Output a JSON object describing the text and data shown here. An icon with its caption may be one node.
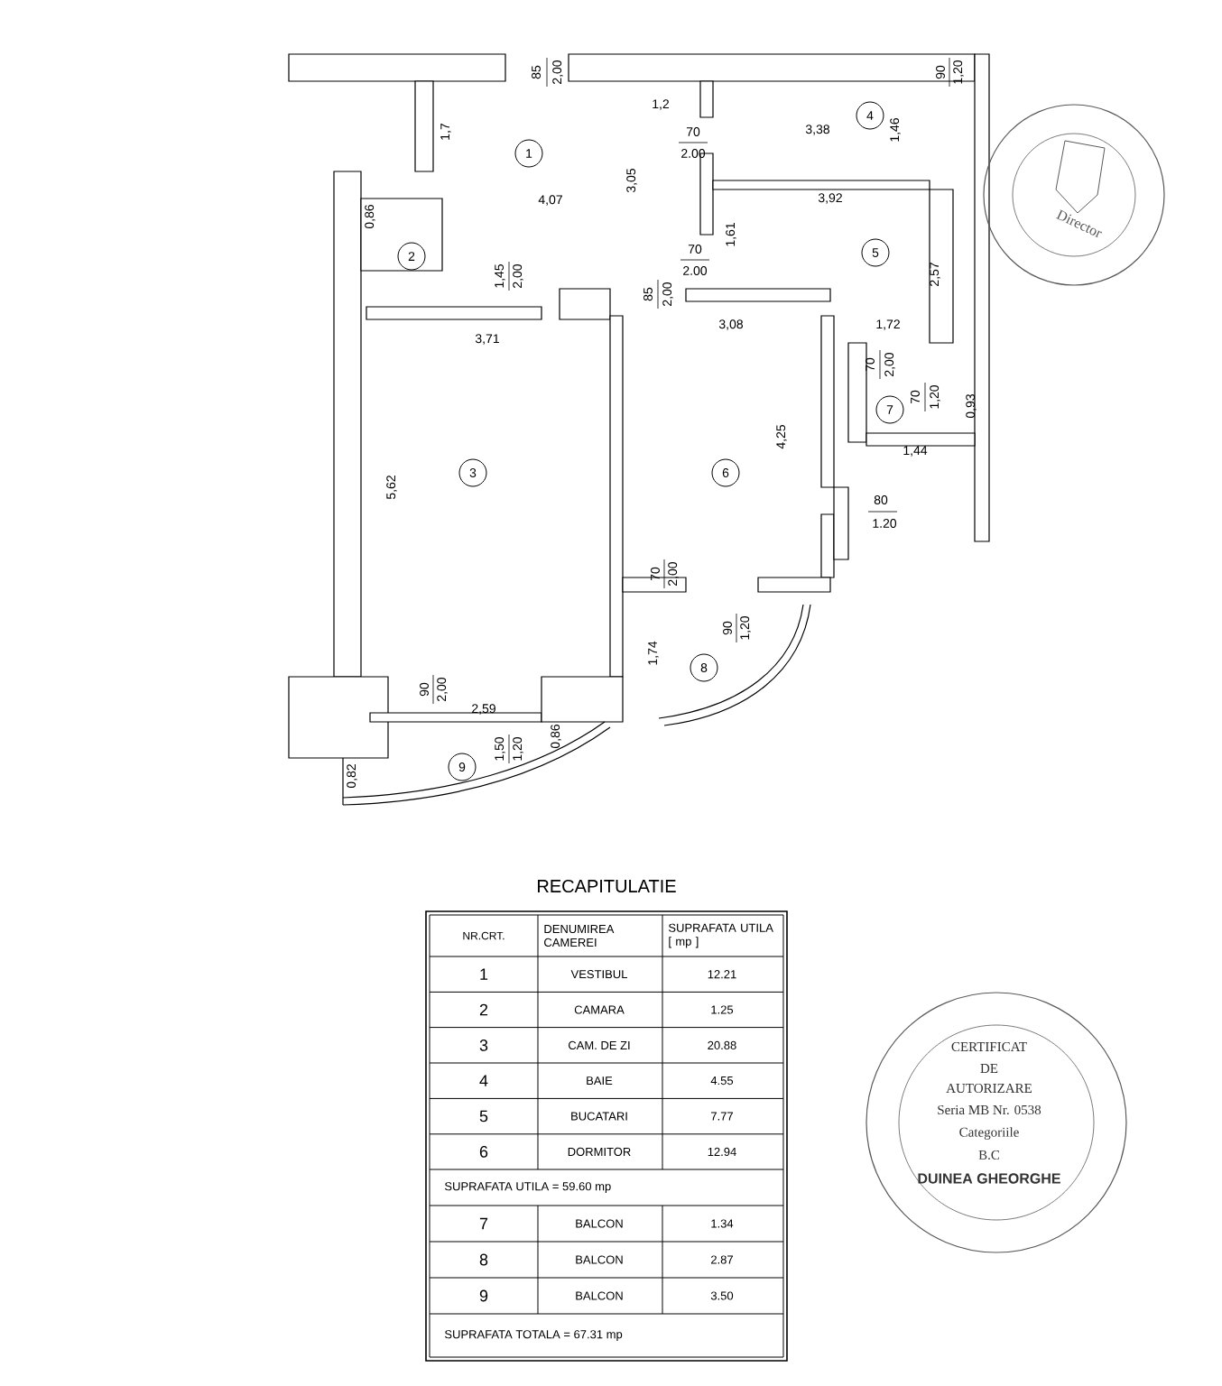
{
  "diagram": {
    "title": "RECAPITULATIE",
    "nodes": [
      {
        "text": [
          "1"
        ]
      },
      {
        "text": [
          "2"
        ]
      },
      {
        "text": [
          "3"
        ]
      },
      {
        "text": [
          "4"
        ]
      },
      {
        "text": [
          "5"
        ]
      },
      {
        "text": [
          "6"
        ]
      },
      {
        "text": [
          "7"
        ]
      },
      {
        "text": [
          "8"
        ]
      },
      {
        "text": [
          "9"
        ]
      }
    ],
    "labels": [
      "85",
      "2,00",
      "90",
      "1,20",
      "1,2",
      "1,7",
      "3,38",
      "1,46",
      "70",
      "2.00",
      "3,05",
      "4,07",
      "0,86",
      "3,92",
      "1,61",
      "2,57",
      "70",
      "2.00",
      "1,45",
      "2,00",
      "85",
      "2,00",
      "3,08",
      "1,72",
      "3,71",
      "70",
      "2,00",
      "70",
      "1,20",
      "0,93",
      "4,25",
      "1,44",
      "5,62",
      "80",
      "1.20",
      "70",
      "2,00",
      "90",
      "1,20",
      "1,74",
      "90",
      "2,00",
      "2,59",
      "1,50",
      "1,20",
      "0,86",
      "0,82",
      "NR.CRT.",
      "DENUMIREA CAMEREI",
      "SUPRAFATA UTILA [ mp ]",
      "1",
      "VESTIBUL",
      "12.21",
      "2",
      "CAMARA",
      "1.25",
      "3",
      "CAM. DE ZI",
      "20.88",
      "4",
      "BAIE",
      "4.55",
      "5",
      "BUCATARI",
      "7.77",
      "6",
      "DORMITOR",
      "12.94",
      "SUPRAFATA UTILA = 59.60 mp",
      "7",
      "BALCON",
      "1.34",
      "8",
      "BALCON",
      "2.87",
      "9",
      "BALCON",
      "3.50",
      "SUPRAFATA TOTALA = 67.31 mp",
      "Director",
      "CERTIFICAT",
      "DE",
      "AUTORIZARE",
      "Seria MB Nr. 0538",
      "Categoriile",
      "B.C",
      "DUINEA GHEORGHE"
    ]
  }
}
